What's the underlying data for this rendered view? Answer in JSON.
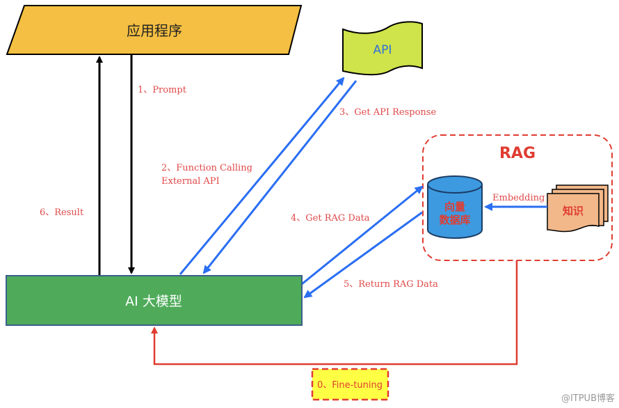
{
  "nodes": {
    "app": {
      "label": "应用程序",
      "fill": "#f4bf42"
    },
    "api": {
      "label": "API",
      "fill": "#cfe34a",
      "text_color": "#2f6fd8"
    },
    "llm": {
      "label": "AI 大模型",
      "fill": "#4fab5a",
      "text_color": "#ffffff"
    },
    "rag": {
      "label": "RAG",
      "border_color": "#e03c31"
    },
    "vector_db": {
      "label_line1": "向量",
      "label_line2": "数据库",
      "fill": "#3d9ae0",
      "text_color": "#e03c31"
    },
    "knowledge": {
      "label": "知识",
      "fill": "#f2b88a",
      "text_color": "#e03c31"
    },
    "fine_tuning": {
      "label": "0、Fine-tuning",
      "fill": "#ffff44",
      "border_color": "#e03c31"
    }
  },
  "edges": {
    "prompt": "1、Prompt",
    "function_calling_line1": "2、Function Calling",
    "function_calling_line2": "External API",
    "api_response": "3、Get API Response",
    "get_rag": "4、Get RAG Data",
    "return_rag": "5、Return RAG Data",
    "result": "6、Result",
    "embedding": "Embedding"
  },
  "colors": {
    "blue_arrow": "#2a6ef2",
    "black_arrow": "#000000",
    "red_line": "#e03c31",
    "label_red": "#e04848"
  },
  "watermark": "@ITPUB博客"
}
